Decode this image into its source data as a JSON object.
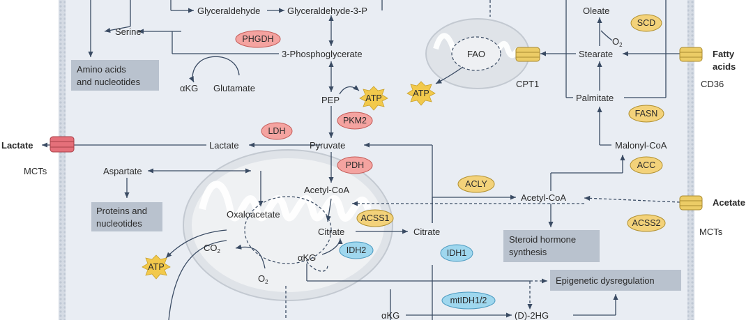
{
  "colors": {
    "cell": "#e9edf3",
    "membrane": "#c9d1dc",
    "mito_fill": "#e3e6ea",
    "line": "#3a4b63",
    "enzyme_red": "#f4a3a0",
    "enzyme_yellow": "#f3d27a",
    "enzyme_blue": "#9fd7ee",
    "atp": "#f2c94c",
    "box": "#b9c2ce"
  },
  "metabolites": {
    "glyceraldehyde": "Glyceraldehyde",
    "glyceraldehyde_3p": "Glyceraldehyde-3-P",
    "serine": "Serine",
    "three_pg": "3-Phosphoglycerate",
    "akg_ser": "αKG",
    "glutamate": "Glutamate",
    "pep": "PEP",
    "lactate_in": "Lactate",
    "pyruvate": "Pyruvate",
    "acetyl_coa_mito": "Acetyl-CoA",
    "aspartate": "Aspartate",
    "oxaloacetate": "Oxaloacetate",
    "citrate_mito": "Citrate",
    "citrate_cyto": "Citrate",
    "co2": "CO",
    "co2_sub": "2",
    "o2_mito": "O",
    "o2_mito_sub": "2",
    "akg_mito": "αKG",
    "akg_cyto": "αKG",
    "two_hg": "(D)-2HG",
    "acetyl_coa_cyto": "Acetyl-CoA",
    "malonyl_coa": "Malonyl-CoA",
    "palmitate": "Palmitate",
    "stearate": "Stearate",
    "oleate": "Oleate",
    "o2_scd": "O",
    "o2_scd_sub": "2",
    "fao": "FAO"
  },
  "enzymes": {
    "phgdh": "PHGDH",
    "pkm2": "PKM2",
    "ldh": "LDH",
    "pdh": "PDH",
    "acss1": "ACSS1",
    "idh2": "IDH2",
    "idh1": "IDH1",
    "mtidh": "mtIDH1/2",
    "acly": "ACLY",
    "acc": "ACC",
    "fasn": "FASN",
    "scd": "SCD",
    "acss2": "ACSS2"
  },
  "atp": {
    "atp_pep": "ATP",
    "atp_fao": "ATP",
    "atp_mito": "ATP"
  },
  "boxes": {
    "amino_line1": "Amino acids",
    "amino_line2": "and nucleotides",
    "proteins_line1": "Proteins and",
    "proteins_line2": "nucleotides",
    "steroid_line1": "Steroid hormone",
    "steroid_line2": "synthesis",
    "epigenetic": "Epigenetic dysregulation"
  },
  "transporters": {
    "lactate_ext": "Lactate",
    "mcts_left": "MCTs",
    "fatty_acids_line1": "Fatty",
    "fatty_acids_line2": "acids",
    "cd36": "CD36",
    "cpt1": "CPT1",
    "acetate_ext": "Acetate",
    "mcts_right": "MCTs"
  }
}
